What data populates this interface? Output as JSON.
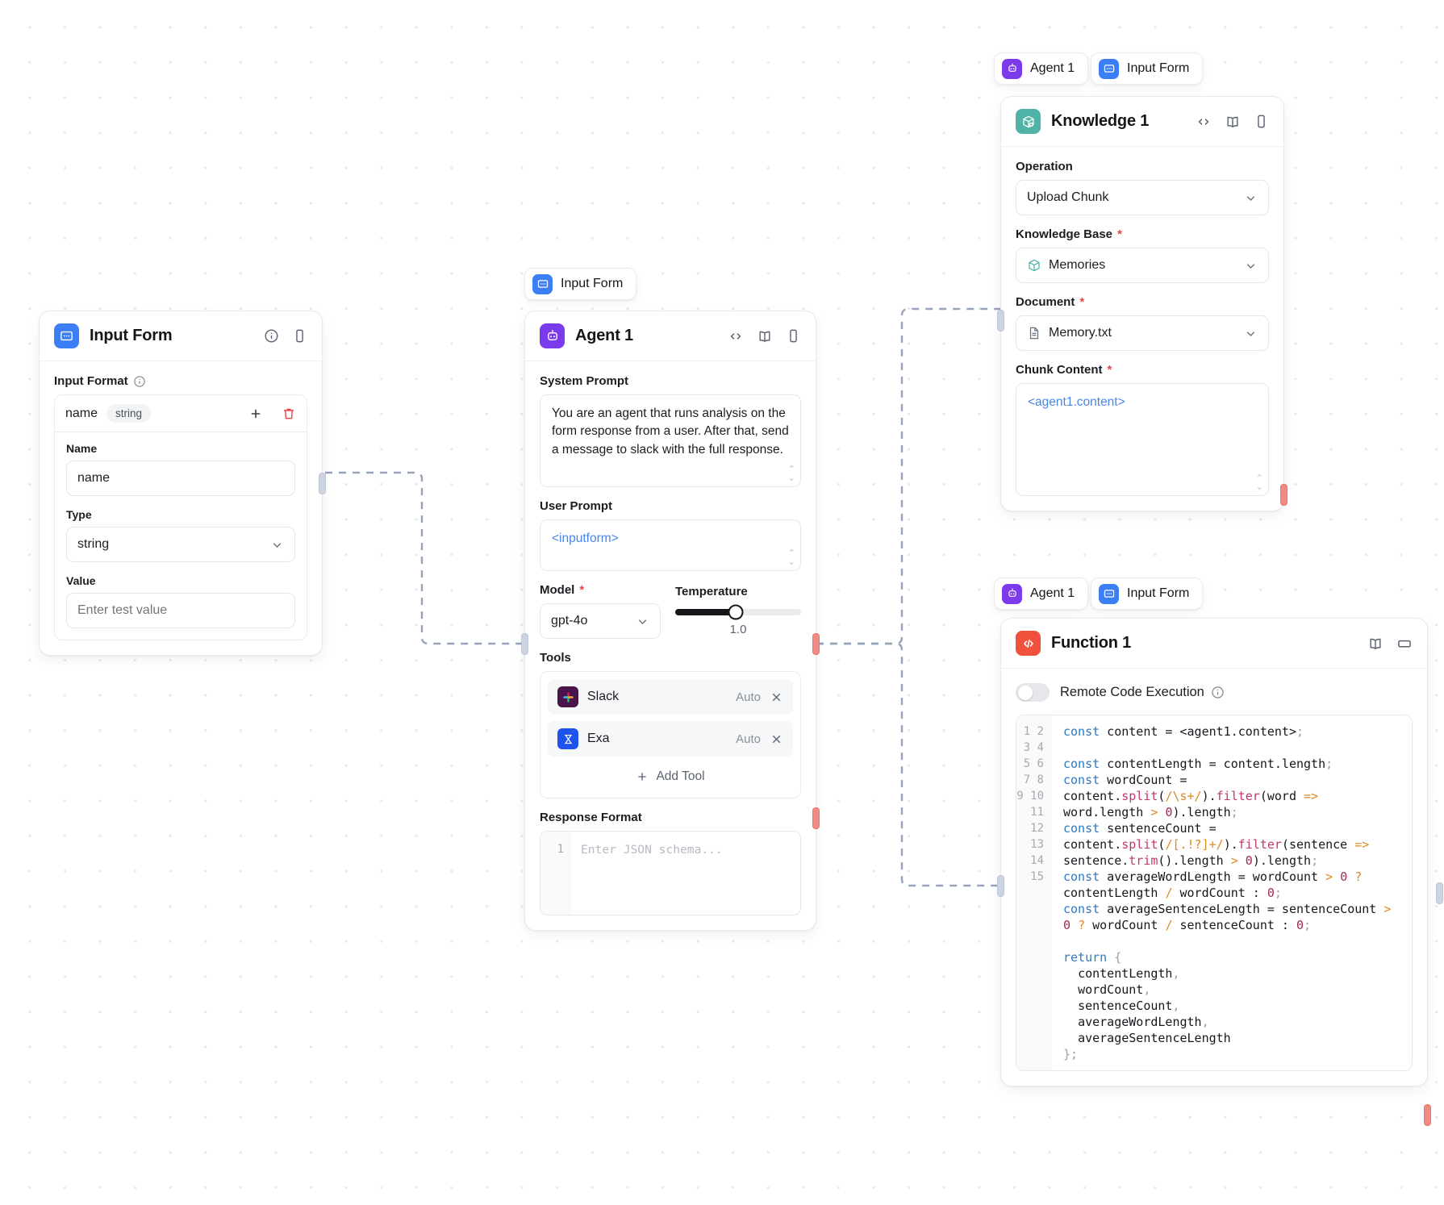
{
  "canvas": {
    "background": "#ffffff",
    "dot_color": "#e7e8ea"
  },
  "colors": {
    "input_form": "#3b7ef6",
    "agent": "#7c3aed",
    "knowledge": "#4fb3a7",
    "function": "#f0513c",
    "required_asterisk": "#ef4444",
    "token": "#4a86e8",
    "edge": "#97a3bb",
    "output_port": "#f08a84",
    "input_port": "#cdd4e1"
  },
  "nodes": {
    "input_form": {
      "title": "Input Form",
      "icon": "input-form-icon",
      "header_icons": [
        "info-icon",
        "mobile-preview-icon"
      ],
      "input_format": {
        "label": "Input Format",
        "info_icon": "info-icon",
        "entry_name": "name",
        "entry_type_pill": "string",
        "add_icon": "plus-icon",
        "delete_icon": "trash-icon",
        "name_label": "Name",
        "name_value": "name",
        "type_label": "Type",
        "type_value": "string",
        "value_label": "Value",
        "value_placeholder": "Enter test value"
      }
    },
    "agent": {
      "title": "Agent 1",
      "icon": "agent-robot-icon",
      "header_icons": [
        "code-icon",
        "book-icon",
        "mobile-preview-icon"
      ],
      "system_prompt_label": "System Prompt",
      "system_prompt_value": "You are an agent that runs analysis on the form response from a user. After that, send a message to slack with the full response.",
      "user_prompt_label": "User Prompt",
      "user_prompt_value": "<inputform>",
      "model_label": "Model",
      "model_required": "*",
      "model_value": "gpt-4o",
      "temperature_label": "Temperature",
      "temperature_value": "1.0",
      "temperature_percent": 48,
      "tools_label": "Tools",
      "tools": [
        {
          "name": "Slack",
          "mode": "Auto",
          "icon": "slack-icon",
          "remove_icon": "close-icon"
        },
        {
          "name": "Exa",
          "mode": "Auto",
          "icon": "exa-icon",
          "remove_icon": "close-icon"
        }
      ],
      "add_tool_label": "Add Tool",
      "response_format_label": "Response Format",
      "response_format_line_no": "1",
      "response_format_placeholder": "Enter JSON schema..."
    },
    "knowledge": {
      "title": "Knowledge 1",
      "icon": "knowledge-box-icon",
      "header_icons": [
        "code-icon",
        "book-icon",
        "mobile-preview-icon"
      ],
      "operation_label": "Operation",
      "operation_value": "Upload Chunk",
      "knowledge_base_label": "Knowledge Base",
      "knowledge_base_required": "*",
      "knowledge_base_value": "Memories",
      "document_label": "Document",
      "document_required": "*",
      "document_value": "Memory.txt",
      "chunk_content_label": "Chunk Content",
      "chunk_content_required": "*",
      "chunk_content_value": "<agent1.content>"
    },
    "function": {
      "title": "Function 1",
      "icon": "function-code-icon",
      "header_icons": [
        "book-icon",
        "expand-icon"
      ],
      "remote_code_label": "Remote Code Execution",
      "remote_code_info_icon": "info-icon",
      "remote_code_enabled": false,
      "code_lines": [
        "const content = <agent1.content>;",
        "",
        "const contentLength = content.length;",
        "const wordCount = content.split(/\\s+/).filter(word => word.length > 0).length;",
        "const sentenceCount = content.split(/[.!?]+/).filter(sentence => sentence.trim().length > 0).length;",
        "const averageWordLength = wordCount > 0 ? contentLength / wordCount : 0;",
        "const averageSentenceLength = sentenceCount > 0 ? wordCount / sentenceCount : 0;",
        "",
        "return {",
        "  contentLength,",
        "  wordCount,",
        "  sentenceCount,",
        "  averageWordLength,",
        "  averageSentenceLength",
        "};"
      ],
      "line_numbers": [
        "1",
        "2",
        "3",
        "4",
        "5",
        "6",
        "7",
        "8",
        "9",
        "10",
        "11",
        "12",
        "13",
        "14",
        "15"
      ]
    }
  },
  "chips": [
    {
      "id": "chip-input-form-agent",
      "label": "Input Form",
      "icon": "input-form-icon"
    },
    {
      "id": "chip-agent-knowledge",
      "label": "Agent 1",
      "icon": "agent-robot-icon"
    },
    {
      "id": "chip-inputform-knowledge",
      "label": "Input Form",
      "icon": "input-form-icon"
    },
    {
      "id": "chip-agent-function",
      "label": "Agent 1",
      "icon": "agent-robot-icon"
    },
    {
      "id": "chip-inputform-function",
      "label": "Input Form",
      "icon": "input-form-icon"
    }
  ]
}
